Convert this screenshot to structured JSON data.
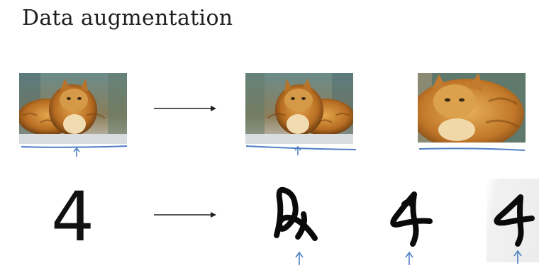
{
  "slide": {
    "title": "Data augmentation",
    "digit": "4"
  },
  "colors": {
    "ink": "#1f1f1f",
    "annotation_blue": "#4f7fc4",
    "arrow": "#222222"
  },
  "icons": [
    "cat-photo",
    "arrow-right-icon",
    "handwritten-four",
    "up-arrow-annotation"
  ]
}
